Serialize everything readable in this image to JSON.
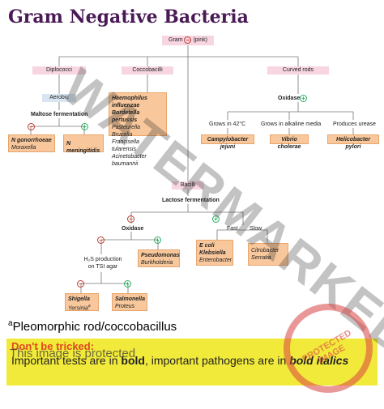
{
  "title": "Gram Negative Bacteria",
  "root": {
    "label": "Gram",
    "stain": "(pink)"
  },
  "branches": {
    "diplococci": "Diplococci",
    "coccobacilli": "Coccobacilli",
    "curved": "Curved rods",
    "bacilli": "Bacilli"
  },
  "diplococci": {
    "aerobic": "Aerobic",
    "maltose": "Maltose fermentation",
    "neg_bold": "N gonorrhoeae",
    "neg_other": "Moraxella",
    "pos_bold": "N meningitidis"
  },
  "coccobacilli": {
    "items_bold": [
      "Haemophilus influenzae",
      "Bordetella pertussis"
    ],
    "items_other": [
      "Pasteurella",
      "Brucella",
      "Francisella tularensis",
      "Acinetobacter baumannii"
    ]
  },
  "curved": {
    "oxidase": "Oxidase",
    "conditions": [
      "Grows in 42°C",
      "Grows in alkaline media",
      "Produces urease"
    ],
    "organisms": [
      "Campylobacter jejuni",
      "Vibrio cholerae",
      "Helicobacter pylori"
    ]
  },
  "bacilli": {
    "lactose": "Lactose fermentation",
    "oxidase": "Oxidase",
    "fast": "Fast",
    "slow": "Slow",
    "h2s": "H₂S production on TSI agar",
    "pseudomonas_bold": "Pseudomonas",
    "pseudomonas_other": "Burkholderia",
    "fast_bold": [
      "E coli",
      "Klebsiella"
    ],
    "fast_other": "Enterobacter",
    "slow_other": [
      "Citrobacter",
      "Serratia"
    ],
    "shigella_bold": "Shigella",
    "shigella_other": "Yersinia",
    "shigella_sup": "a",
    "salmonella_bold": "Salmonella",
    "salmonella_other": "Proteus"
  },
  "footnote": {
    "mark": "a",
    "text": "Pleomorphic rod/coccobacillus"
  },
  "tip": {
    "heading": "Don't be tricked:",
    "text_a": "Important tests are in ",
    "text_b": "bold",
    "text_c": ", important pathogens are in ",
    "text_d": "bold italics"
  },
  "watermark": "WATERMARKED",
  "protected_text": "This image is protected",
  "stamp_text": "PROTECTED IMAGE",
  "signs": {
    "neg": "−",
    "pos": "+"
  },
  "colors": {
    "title": "#4a1a57",
    "pink_box": "#f7d6e2",
    "orange_box": "#f8c89c",
    "tip_bg": "#f2ea3a",
    "tip_head": "#e0481f"
  }
}
